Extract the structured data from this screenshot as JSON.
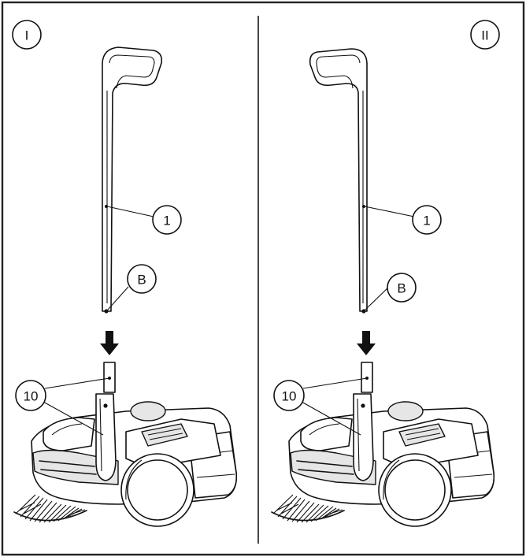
{
  "panels": [
    {
      "id": "left",
      "panel_label": "I",
      "handle_label": "1",
      "hole_label": "B",
      "socket_label": "10"
    },
    {
      "id": "right",
      "panel_label": "II",
      "handle_label": "1",
      "hole_label": "B",
      "socket_label": "10"
    }
  ]
}
